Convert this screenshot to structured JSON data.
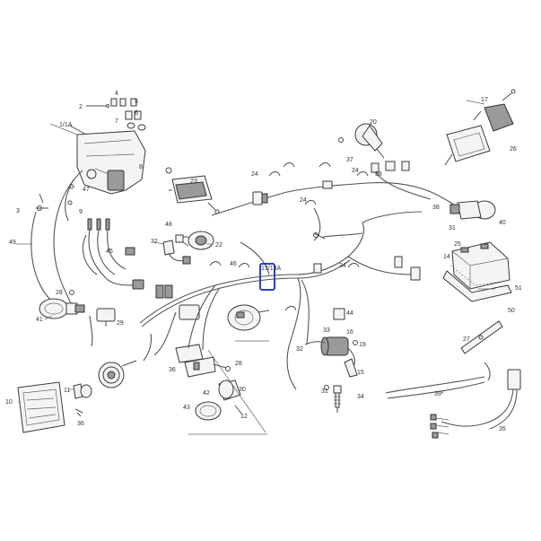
{
  "diagram": {
    "labels": {
      "l1_1a": "1/1A",
      "l2": "2",
      "l3": "3",
      "l4": "4",
      "l5": "5",
      "l6": "6",
      "l7": "7",
      "l8": "8",
      "l9": "9",
      "l10": "10",
      "l11": "11",
      "l12": "12",
      "l13": "13/13A",
      "l14": "14",
      "l15": "15",
      "l16": "16",
      "l17": "17",
      "l19": "19",
      "l20": "20",
      "l22": "22",
      "l23": "23",
      "l24a": "24",
      "l24b": "24",
      "l24c": "24",
      "l24d": "24",
      "l25": "25",
      "l26": "26",
      "l27": "27",
      "l28a": "28",
      "l28b": "28",
      "l29": "29",
      "l30": "30",
      "l31a": "31",
      "l31b": "31",
      "l32a": "32",
      "l32b": "32",
      "l33": "33",
      "l34": "34",
      "l35": "35",
      "l36a": "36",
      "l36b": "36",
      "l37": "37",
      "l38a": "38",
      "l38b": "38",
      "l39": "39*",
      "l40": "40",
      "l41": "41",
      "l42": "42",
      "l43": "43",
      "l44": "44",
      "l45": "45",
      "l46": "46",
      "l47": "47",
      "l48": "48",
      "l49": "49",
      "l50": "50",
      "l51": "51"
    },
    "highlight_color": "#2b3fd1"
  }
}
